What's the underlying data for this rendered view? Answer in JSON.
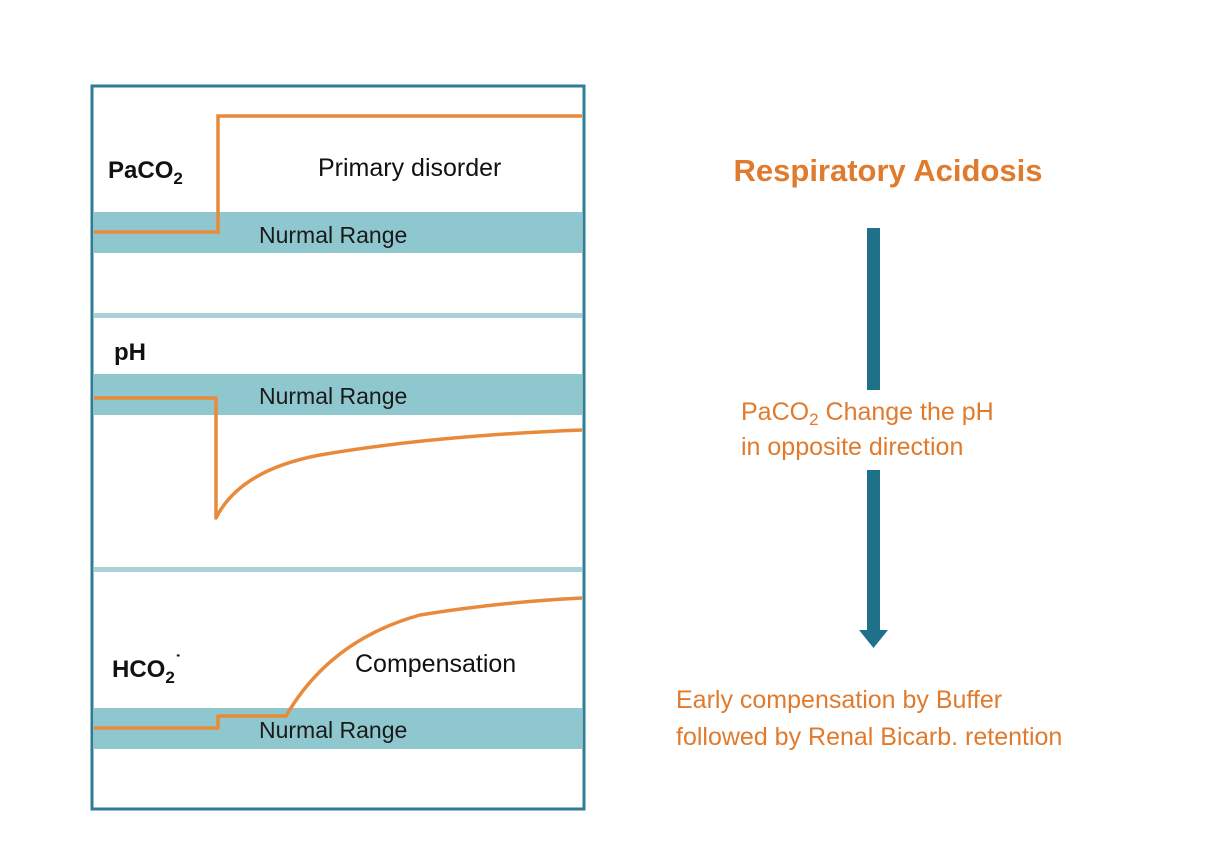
{
  "colors": {
    "frame": "#2e7d94",
    "band": "#8fc7cf",
    "separator": "#a9d2d8",
    "curve": "#e88a3a",
    "accent_text": "#e07b2e",
    "arrow": "#1f7189"
  },
  "panels": {
    "paco2": {
      "label_main": "PaCO",
      "label_sub": "2",
      "note": "Primary disorder",
      "band_label": "Nurmal Range"
    },
    "ph": {
      "label": "pH",
      "band_label": "Nurmal Range"
    },
    "hco2": {
      "label_main": "HCO",
      "label_sub": "2",
      "label_sup": "˙",
      "note": "Compensation",
      "band_label": "Nurmal Range"
    }
  },
  "side": {
    "title": "Respiratory Acidosis",
    "middle_line1_main": "PaCO",
    "middle_line1_sub": "2",
    "middle_line1_rest": " Change the pH",
    "middle_line2": "in opposite direction",
    "bottom_line1": "Early compensation by Buffer",
    "bottom_line2": "followed by Renal Bicarb. retention"
  }
}
